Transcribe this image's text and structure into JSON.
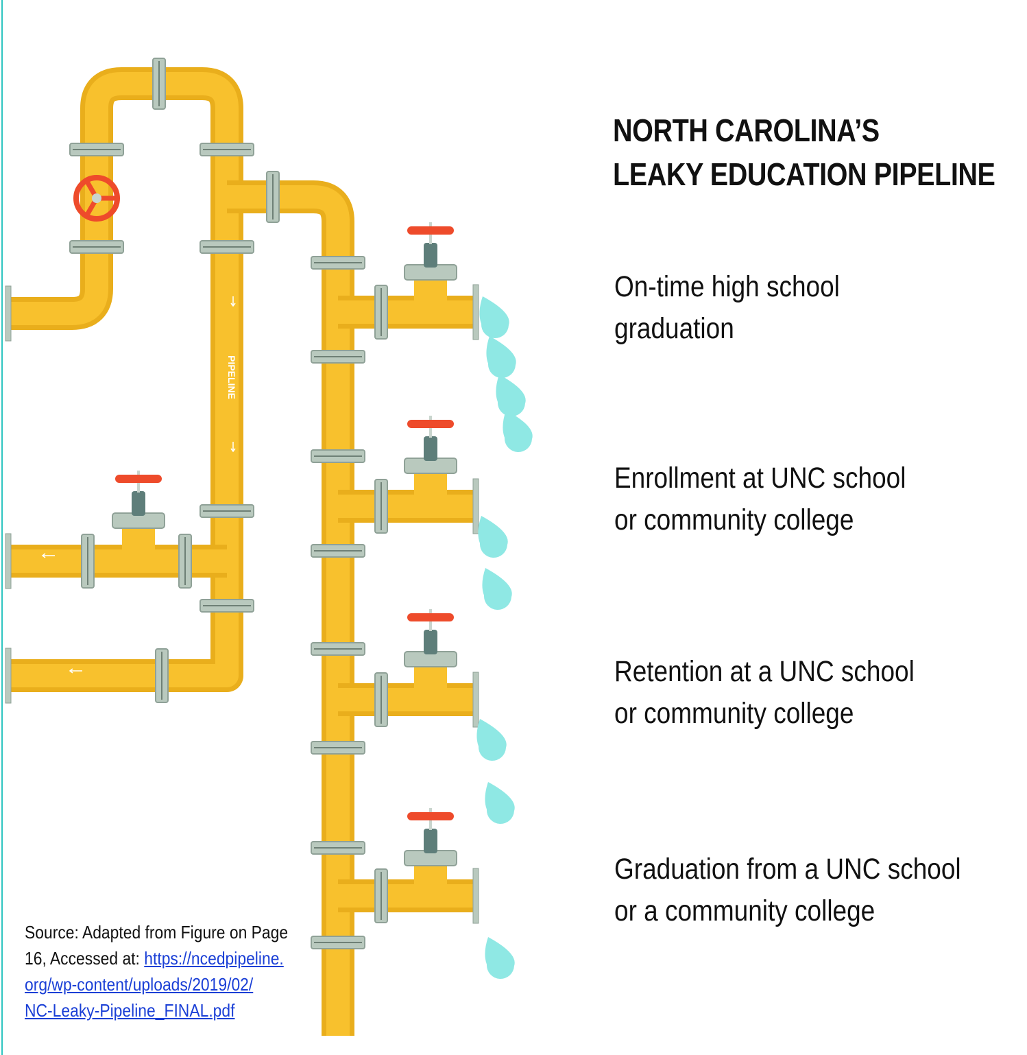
{
  "colors": {
    "pipe": "#F8C12D",
    "pipe_shade": "#E9AE1C",
    "flange": "#B9C9BE",
    "valve_handle": "#EE4B2B",
    "valve_stem": "#5E7E7A",
    "water": "#8FE8E4",
    "accent_line": "#2EC5C1"
  },
  "title": {
    "line1": "NORTH CAROLINA’S",
    "line2": "LEAKY EDUCATION PIPELINE"
  },
  "pipe_label": "PIPELINE",
  "stages": [
    {
      "line1": "On-time high school",
      "line2": "graduation",
      "leak_drops": 4
    },
    {
      "line1": "Enrollment at UNC school",
      "line2": "or community college",
      "leak_drops": 2
    },
    {
      "line1": "Retention at a UNC school",
      "line2": "or community college",
      "leak_drops": 2
    },
    {
      "line1": "Graduation from a UNC school",
      "line2": "or a community college",
      "leak_drops": 1
    }
  ],
  "source": {
    "line1": "Source: Adapted from Figure on Page",
    "line2_prefix": "16, Accessed at: ",
    "link_line1": "https://ncedpipeline.",
    "link_line2": "org/wp-content/uploads/2019/02/",
    "link_line3": "NC-Leaky-Pipeline_FINAL.pdf"
  }
}
